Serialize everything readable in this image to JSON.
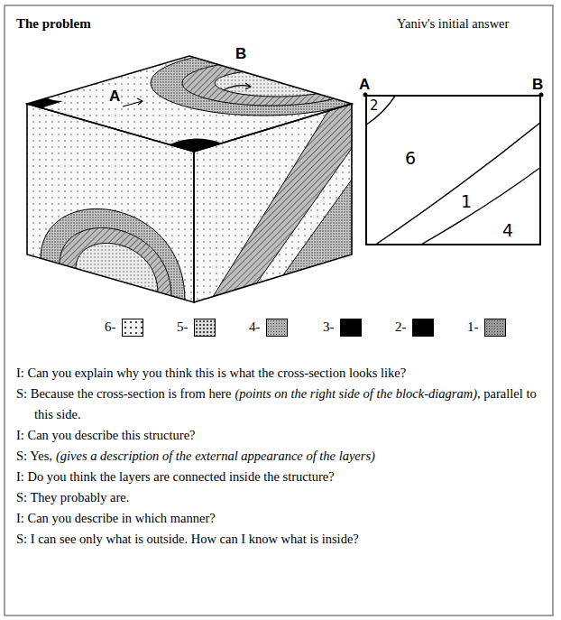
{
  "diagram": {
    "nodes": [
      {
        "text": [
          "2",
          "6",
          "1",
          "4"
        ]
      }
    ],
    "labels": [
      "The problem",
      "Yaniv's initial answer",
      "B",
      "A",
      "A",
      "B",
      "I: Can you explain why you think this is what the cross-section looks like?",
      "S: Because the cross-section is from here",
      "(points on the right side of the block-diagram)",
      ", parallel to this side.",
      "I: Can you describe this structure?",
      "S: Yes,",
      "(gives a description of the external appearance of the layers)",
      "I: Do you think the layers are connected inside the structure?",
      "S: They probably are.",
      "I: Can you describe in which manner?",
      "S: I can see only what is outside. How can I know what is inside?"
    ],
    "legend": [
      {
        "text": "6-",
        "color": "#f4f4f4"
      },
      {
        "text": "5-",
        "color": "#dcdcdc"
      },
      {
        "text": "4-",
        "color": "#b4b4b4"
      },
      {
        "text": "3-",
        "color": "#000000"
      },
      {
        "text": "2-",
        "color": "#000000"
      },
      {
        "text": "1-",
        "color": "#9a9a9a"
      }
    ]
  }
}
